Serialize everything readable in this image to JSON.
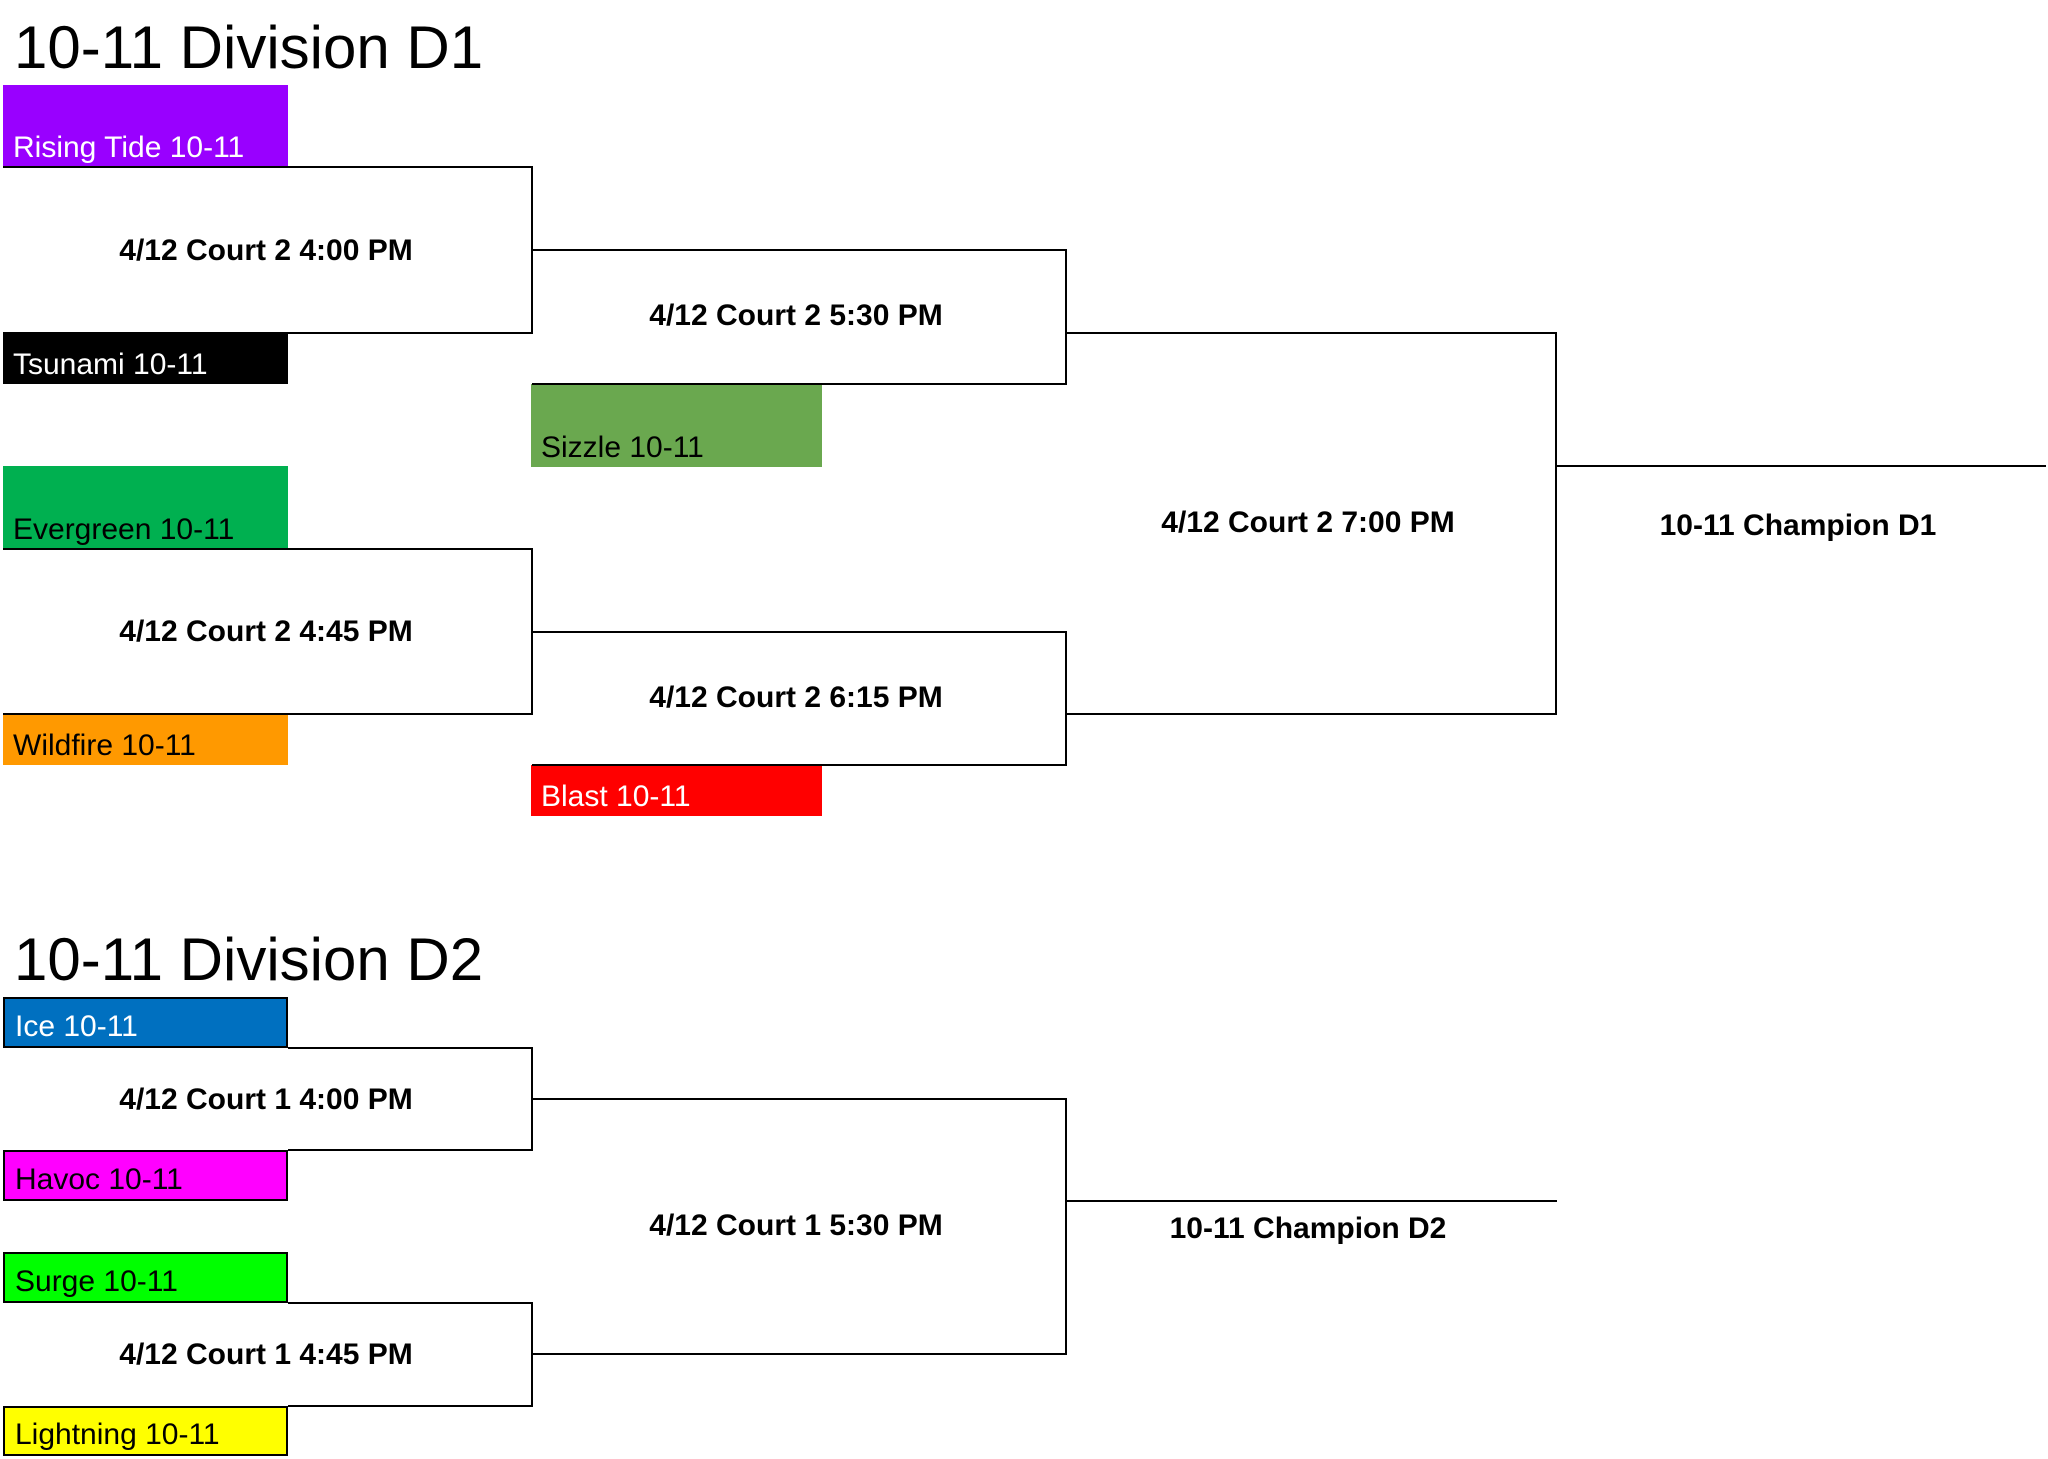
{
  "divisions": [
    {
      "title": "10-11 Division D1",
      "teams": [
        {
          "name": "Rising Tide 10-11",
          "bg": "#9900ff",
          "fg": "#ffffff"
        },
        {
          "name": "Tsunami 10-11",
          "bg": "#000000",
          "fg": "#ffffff"
        },
        {
          "name": "Sizzle 10-11",
          "bg": "#6aa84f",
          "fg": "#000000"
        },
        {
          "name": "Evergreen 10-11",
          "bg": "#00b050",
          "fg": "#000000"
        },
        {
          "name": "Wildfire 10-11",
          "bg": "#ff9900",
          "fg": "#000000"
        },
        {
          "name": "Blast 10-11",
          "bg": "#ff0000",
          "fg": "#ffffff"
        }
      ],
      "matches": [
        "4/12 Court 2 4:00 PM",
        "4/12 Court 2 5:30 PM",
        "4/12 Court 2 4:45 PM",
        "4/12 Court 2 6:15 PM",
        "4/12 Court 2 7:00 PM"
      ],
      "champion": "10-11 Champion D1"
    },
    {
      "title": "10-11 Division D2",
      "teams": [
        {
          "name": "Ice 10-11",
          "bg": "#0070c0",
          "fg": "#ffffff"
        },
        {
          "name": "Havoc 10-11",
          "bg": "#ff00ff",
          "fg": "#000000"
        },
        {
          "name": "Surge 10-11",
          "bg": "#00ff00",
          "fg": "#000000"
        },
        {
          "name": "Lightning 10-11",
          "bg": "#ffff00",
          "fg": "#000000"
        }
      ],
      "matches": [
        "4/12 Court 1 4:00 PM",
        "4/12 Court 1 4:45 PM",
        "4/12 Court 1 5:30 PM"
      ],
      "champion": "10-11 Champion D2"
    }
  ]
}
